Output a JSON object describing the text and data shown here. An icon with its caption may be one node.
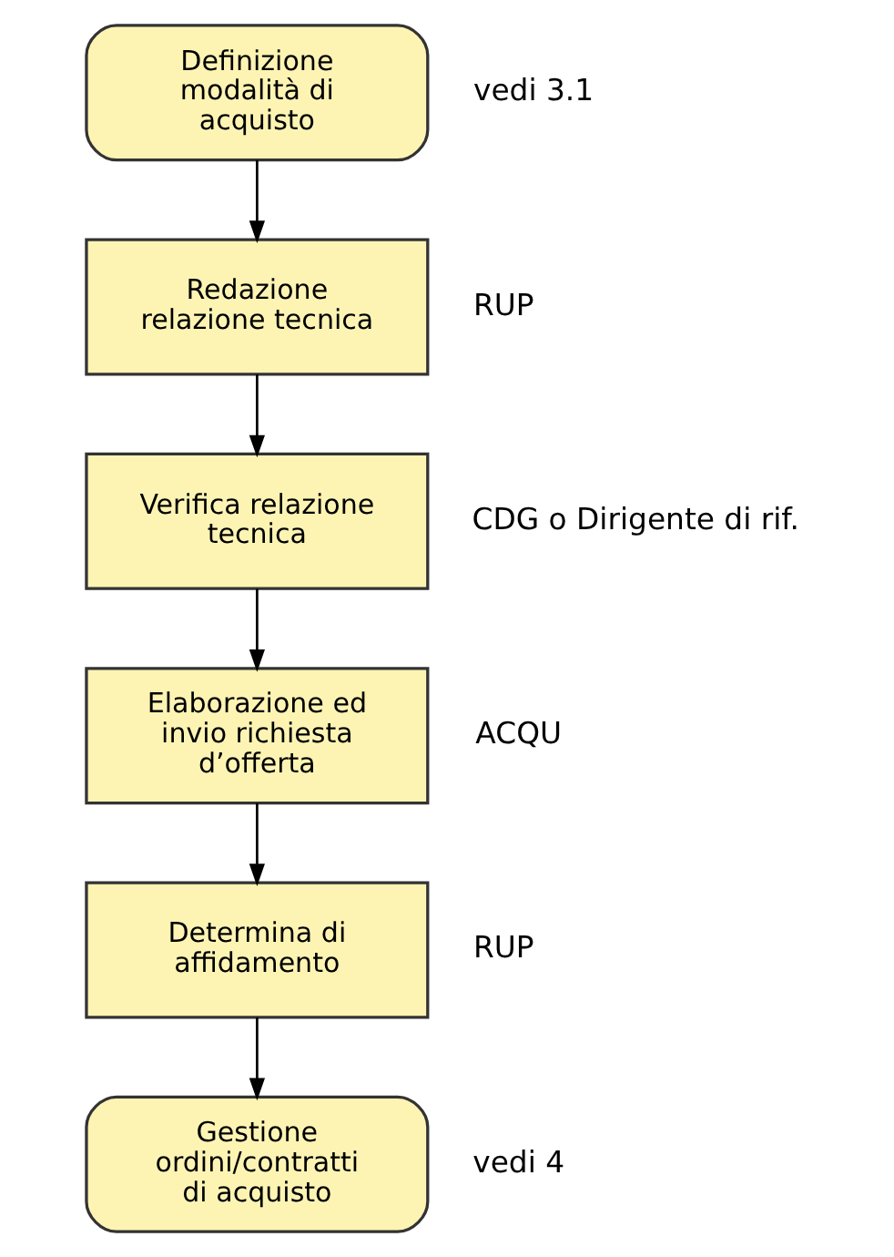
{
  "diagram": {
    "nodes": [
      {
        "text": [
          "Definizione modalità di acquisto"
        ],
        "beside": [
          "vedi 3.1"
        ]
      },
      {
        "text": [
          "Redazione relazione tecnica"
        ],
        "beside": [
          "RUP"
        ]
      },
      {
        "text": [
          "Verifica relazione tecnica"
        ],
        "beside": [
          "CDG o Dirigente di rif."
        ]
      },
      {
        "text": [
          "Elaborazione ed invio richiesta d’offerta"
        ],
        "beside": [
          "ACQU"
        ]
      },
      {
        "text": [
          "Determina di affidamento"
        ],
        "beside": [
          "RUP"
        ]
      },
      {
        "text": [
          "Gestione ordini/contratti di acquisto"
        ],
        "beside": [
          "vedi 4"
        ]
      }
    ],
    "edges": [
      {
        "from": 0,
        "to": 1,
        "arrow": "to"
      },
      {
        "from": 1,
        "to": 2,
        "arrow": "to"
      },
      {
        "from": 2,
        "to": 3,
        "arrow": "to"
      },
      {
        "from": 3,
        "to": 4,
        "arrow": "to"
      },
      {
        "from": 4,
        "to": 5,
        "arrow": "to"
      }
    ]
  }
}
